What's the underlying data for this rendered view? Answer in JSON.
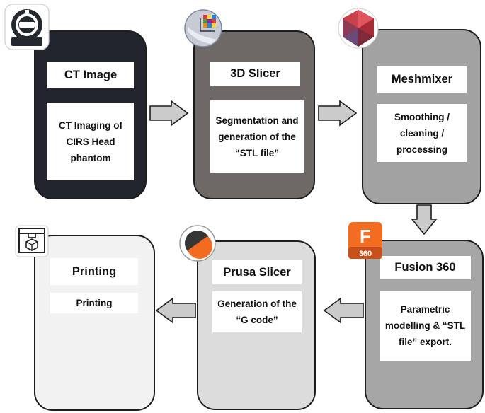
{
  "steps": [
    {
      "title": "CT Image",
      "description": "CT Imaging of CIRS Head phantom",
      "color": "#22252e",
      "icon": "ct-scanner-icon"
    },
    {
      "title": "3D Slicer",
      "description": "Segmentation and generation of the “STL file”",
      "color": "#6e6867",
      "icon": "3d-slicer-logo-icon"
    },
    {
      "title": "Meshmixer",
      "description": "Smoothing / cleaning / processing",
      "color": "#a2a2a2",
      "icon": "meshmixer-logo-icon"
    },
    {
      "title": "Fusion 360",
      "description": "Parametric modelling & “STL file” export.",
      "color": "#a6a6a6",
      "icon": "fusion-360-logo-icon",
      "icon_text": [
        "F",
        "360"
      ]
    },
    {
      "title": "Prusa Slicer",
      "description": "Generation of the “G code”",
      "color": "#dcdcdc",
      "icon": "prusa-slicer-logo-icon"
    },
    {
      "title": "Printing",
      "description": "Printing",
      "color": "#f2f2f2",
      "icon": "3d-printer-icon"
    }
  ],
  "arrow_color": "#cbcbcb"
}
